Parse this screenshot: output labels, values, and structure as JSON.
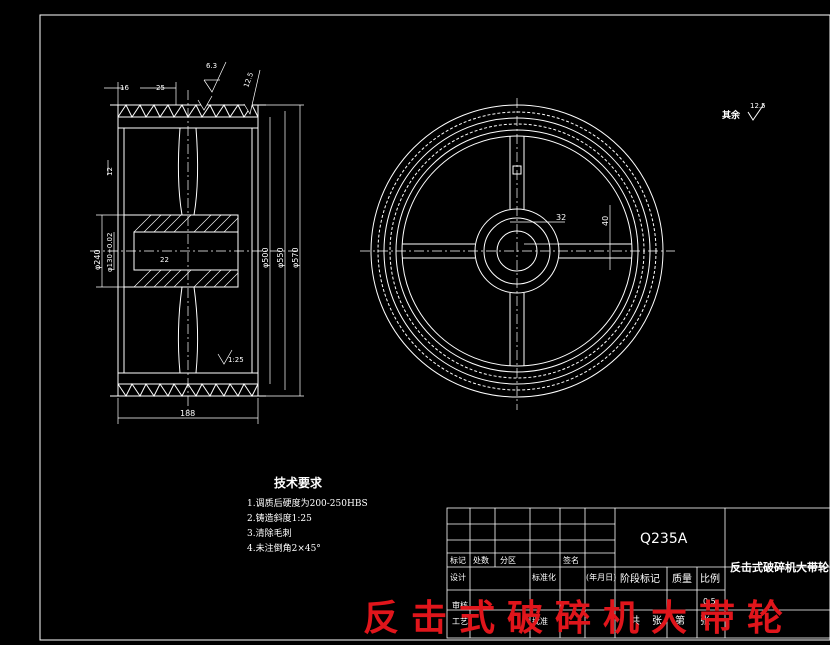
{
  "drawing": {
    "surface_note": "其余",
    "surface_note_value": "12.5",
    "left_view": {
      "dim_top_a": "16",
      "dim_top_b": "25",
      "dim_roughness_top": "6.3",
      "dim_roughness_side": "12.5",
      "dim_left_small": "12",
      "dim_bore_outer": "φ240",
      "dim_bore_inner": "φ130+0.02",
      "dim_hub_hole": "22",
      "dim_d1": "φ500",
      "dim_d2": "φ550",
      "dim_d3": "φ570",
      "dim_taper": "1:25",
      "dim_width": "188"
    },
    "right_view": {
      "dim_rib_width": "32",
      "dim_rib_height": "40"
    }
  },
  "requirements": {
    "title": "技术要求",
    "items": [
      "1.调质后硬度为200-250HBS",
      "2.铸造斜度1:25",
      "3.清除毛刺",
      "4.未注倒角2×45°"
    ]
  },
  "title_block": {
    "material": "Q235A",
    "part_name": "反击式破碎机大带轮",
    "row_labels": [
      "标记",
      "处数",
      "分区",
      "签名"
    ],
    "design_label": "设计",
    "standard_label": "标准化",
    "date_label": "(年月日)",
    "stage_label": "阶段标记",
    "weight_label": "质量",
    "scale_label": "比例",
    "check_label": "审核",
    "process_label": "工艺",
    "approve_label": "批准",
    "scale_value": "0.5",
    "total_label": "共",
    "sheet_label": "张",
    "page_label": "第",
    "page_suffix": "张"
  },
  "watermark": "反击式破碎机大带轮",
  "colors": {
    "background": "#000000",
    "lines": "#ffffff",
    "watermark": "#e0151b"
  }
}
